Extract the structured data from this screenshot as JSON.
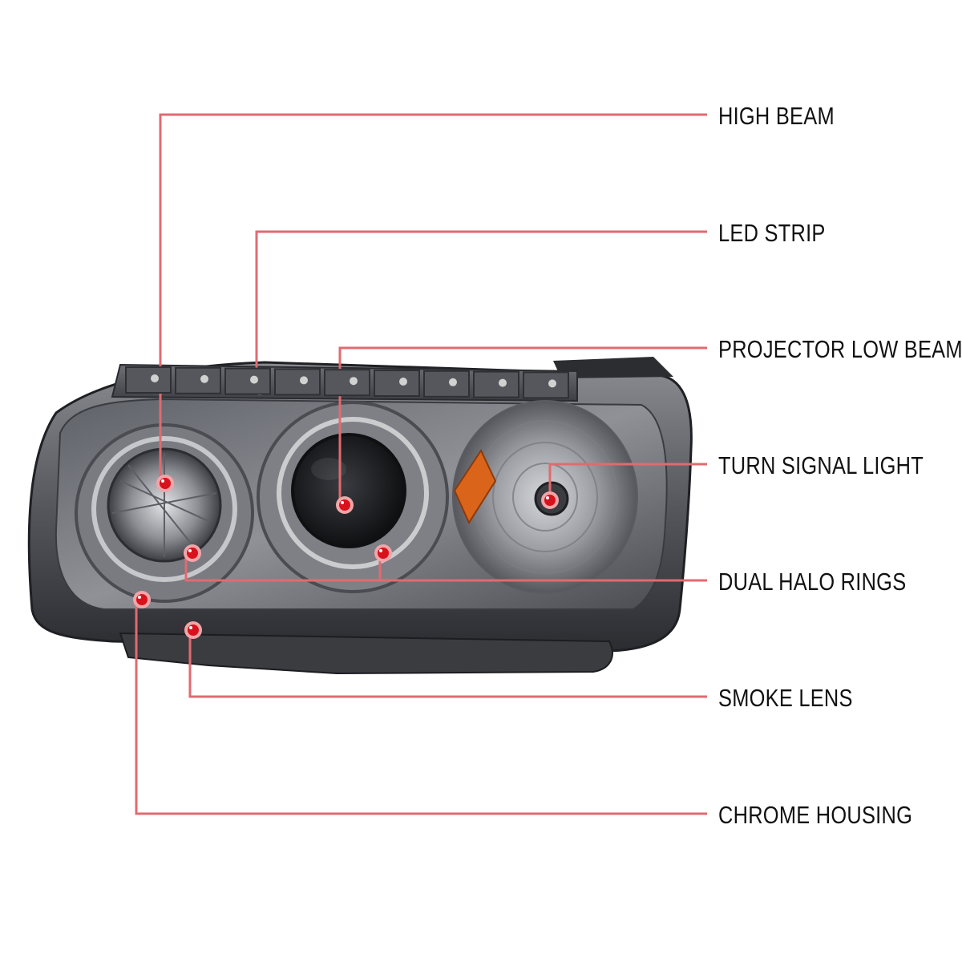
{
  "colors": {
    "leader_line": "#e06b70",
    "dot_outer": "#f2a5a9",
    "dot_inner": "#d8121c",
    "housing_dark": "#2b2d31",
    "housing_mid": "#6e7076",
    "chrome_light": "#c9cacd",
    "amber": "#d9641a"
  },
  "callouts": [
    {
      "id": "high-beam",
      "label": "HIGH BEAM"
    },
    {
      "id": "led-strip",
      "label": "LED STRIP"
    },
    {
      "id": "projector-low-beam",
      "label": "PROJECTOR LOW BEAM"
    },
    {
      "id": "turn-signal-light",
      "label": "TURN SIGNAL LIGHT"
    },
    {
      "id": "dual-halo-rings",
      "label": "DUAL HALO RINGS"
    },
    {
      "id": "smoke-lens",
      "label": "SMOKE LENS"
    },
    {
      "id": "chrome-housing",
      "label": "CHROME HOUSING"
    }
  ],
  "icons": {
    "headlight": "headlight-assembly-illustration",
    "marker": "callout-dot-icon"
  }
}
